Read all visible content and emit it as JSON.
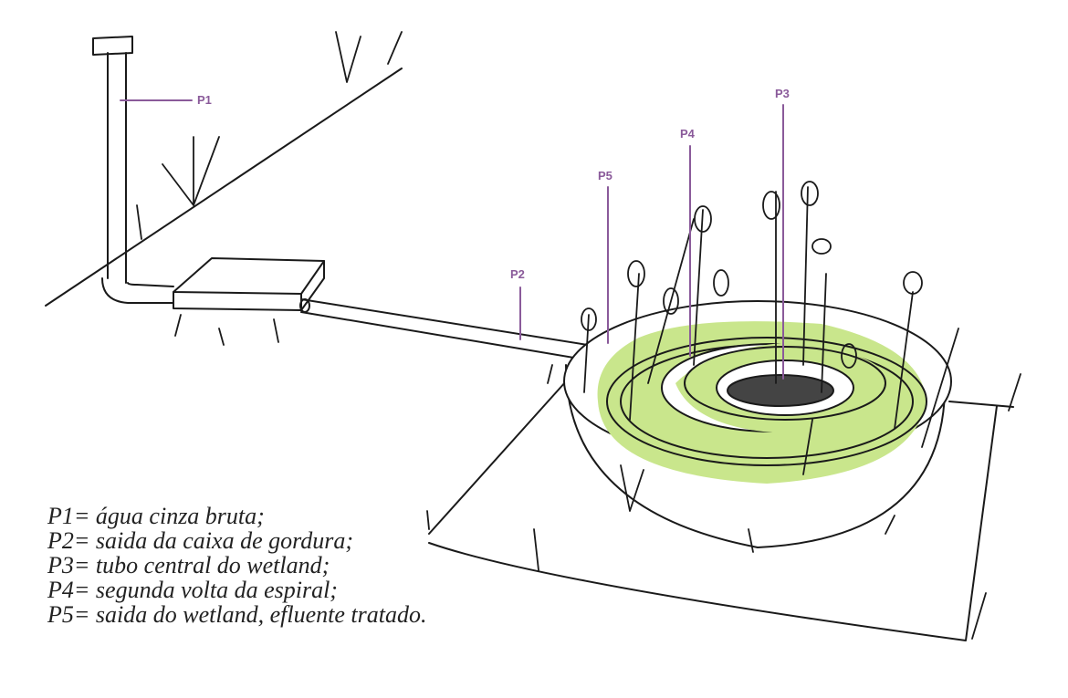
{
  "labels": {
    "p1": "P1",
    "p2": "P2",
    "p3": "P3",
    "p4": "P4",
    "p5": "P5"
  },
  "legend": [
    "P1= água cinza bruta;",
    "P2= saida da caixa de gordura;",
    "P3= tubo central do wetland;",
    "P4= segunda volta da espiral;",
    "P5= saida do wetland, efluente tratado."
  ],
  "colors": {
    "label": "#8a5a9a",
    "fill": "#c9e68c",
    "ink": "#1a1a1a"
  }
}
